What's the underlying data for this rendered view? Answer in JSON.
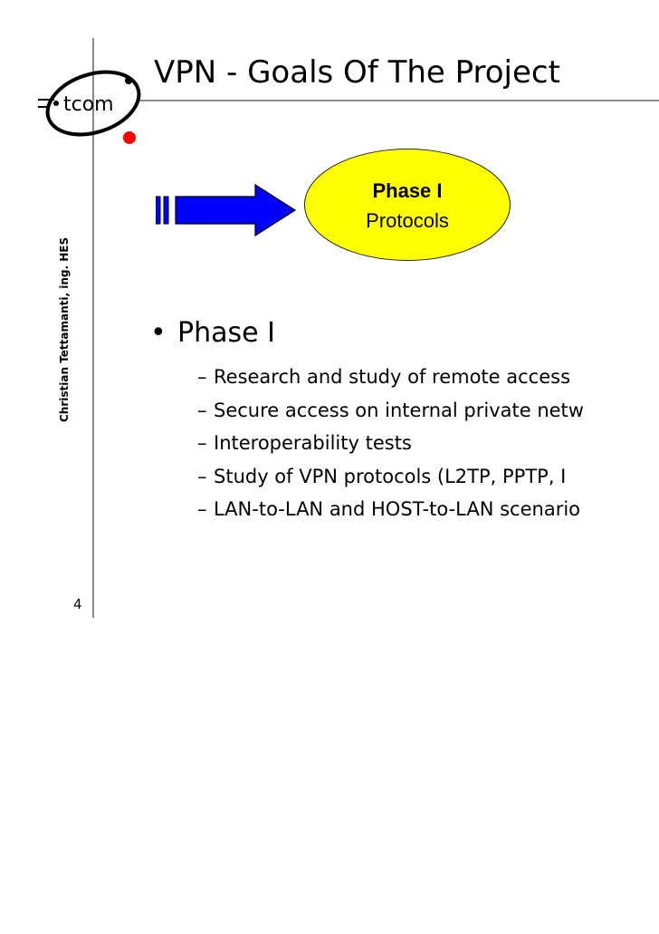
{
  "slide": {
    "title": "VPN - Goals Of The Project",
    "logo_text": "tcom",
    "author": "Christian Tettamanti, ing. HES",
    "page_number": "4"
  },
  "diagram": {
    "phase_title": "Phase I",
    "phase_subtitle": "Protocols",
    "oval_color": "#ffff00",
    "arrow_color": "#0000ff"
  },
  "content": {
    "bullet_symbol": "•",
    "dash_symbol": "–",
    "main_bullet": "Phase I",
    "sub_bullets": [
      "Research and study of remote access",
      "Secure access on internal private netw",
      "Interoperability tests",
      "Study of VPN protocols (L2TP, PPTP, I",
      "LAN-to-LAN and HOST-to-LAN scenario"
    ]
  }
}
